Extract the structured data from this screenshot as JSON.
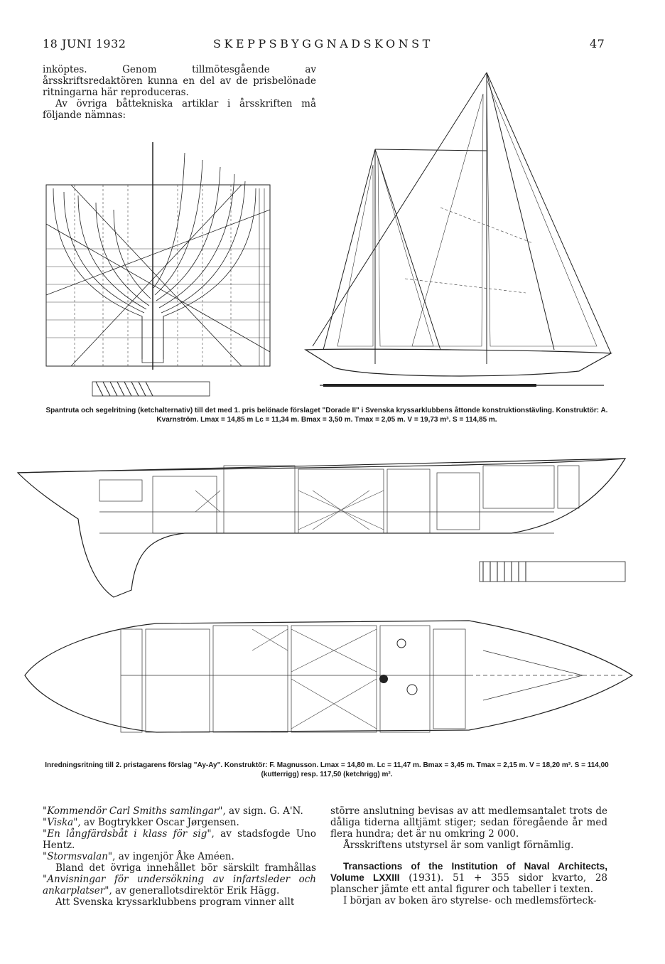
{
  "header": {
    "date": "18 JUNI 1932",
    "title": "SKEPPSBYGGNADSKONST",
    "page": "47"
  },
  "intro": {
    "p1": "inköptes. Genom tillmötesgående av årsskriftsredaktören kunna en del av de prisbelönade ritningarna här reproduceras.",
    "p2": "Av övriga båttekniska artiklar i årsskriften må följande nämnas:"
  },
  "caption1": "Spantruta och segelritning (ketchalternativ) till det med 1. pris belönade förslaget \"Dorade II\" i Svenska kryssarklubbens åttonde konstruktionstävling. Konstruktör: A. Kvarnström. Lmax = 14,85 m  Lc = 11,34 m. Bmax = 3,50 m. Tmax = 2,05 m. V = 19,73 m³. S = 114,85 m.",
  "caption2": "Inredningsritning till 2. pristagarens förslag \"Ay-Ay\". Konstruktör: F. Magnusson. Lmax = 14,80 m. Lc = 11,47 m. Bmax = 3,45 m. Tmax = 2,15 m. V = 18,20 m³. S = 114,00 (kutterrigg) resp. 117,50 (ketchrigg) m².",
  "left_column": {
    "items": [
      {
        "title": "\"Kommendör Carl Smiths samlingar\"",
        "rest": ", av sign. G. A'N."
      },
      {
        "title": "\"Viska\"",
        "rest": ", av Bogtrykker Oscar Jørgensen."
      },
      {
        "title": "\"En långfärdsbåt i klass för sig\"",
        "rest": ", av stadsfogde Uno Hentz."
      },
      {
        "title": "\"Stormsvalan\"",
        "rest": ", av ingenjör Åke Améen."
      }
    ],
    "p_bland_1": "Bland det övriga innehållet bör särskilt framhållas",
    "p_bland_title": "\"Anvisningar för undersökning av infartsleder och ankarplatser\"",
    "p_bland_rest": ", av generallotsdirektör Erik Hägg.",
    "p_last": "Att Svenska kryssarklubbens program vinner allt"
  },
  "right_column": {
    "p1": "större anslutning bevisas av att medlemsantalet trots de dåliga tiderna alltjämt stiger; sedan föregående år med flera hundra; det är nu omkring 2 000.",
    "p2": "Årsskriftens utstyrsel är som vanligt förnämlig.",
    "trans_title": "Transactions of the Institution of Naval Architects, Volume LXXIII",
    "trans_rest": " (1931). 51 + 355 sidor kvarto, 28 planscher jämte ett antal figurer och tabeller i texten.",
    "p4": "I början av boken äro styrelse- och medlemsförteck-"
  }
}
